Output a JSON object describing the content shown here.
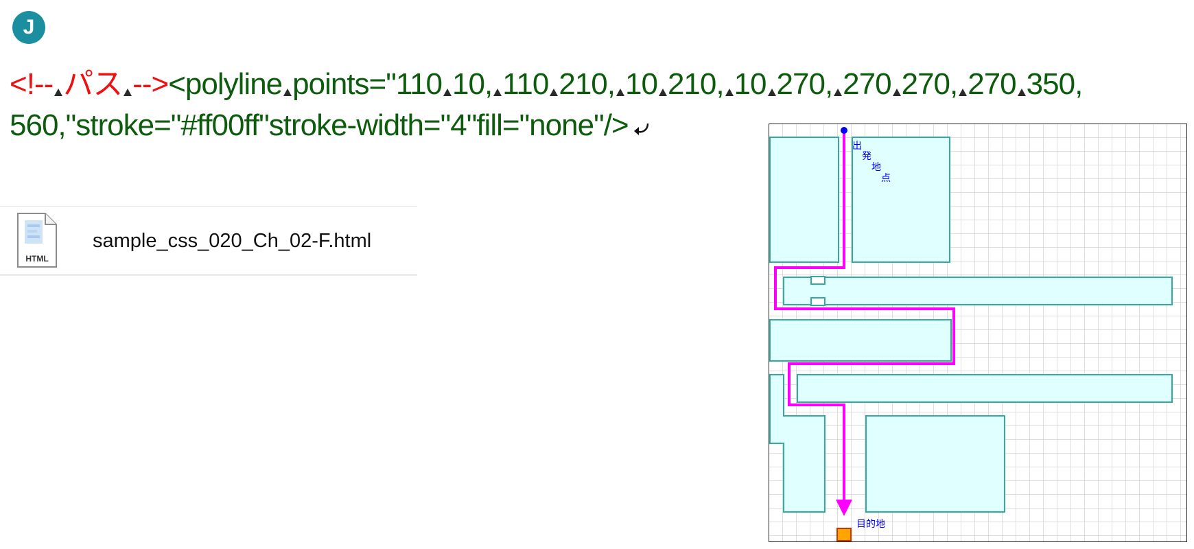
{
  "badge": {
    "letter": "J",
    "color": "#1b8fa0"
  },
  "code": {
    "comment_open": "<!--",
    "comment_text": "パス",
    "comment_close": "-->",
    "tag_open": "<polyline",
    "points_attr": "points=\"110",
    "pts_1": "10,",
    "pts_2": "110",
    "pts_3": "210,",
    "pts_4": "10",
    "pts_5": "210,",
    "pts_6": "10",
    "pts_7": "270,",
    "pts_8": "270",
    "pts_9": "270,",
    "pts_10": "270",
    "pts_11": "350,",
    "line2": "560,\"stroke=\"#ff00ff\"stroke-width=\"4\"fill=\"none\"/>",
    "colors": {
      "comment": "#ee1111",
      "code": "#0d5c0d"
    }
  },
  "file": {
    "name": "sample_css_020_Ch_02-F.html",
    "icon": "html-file-icon",
    "icon_label": "HTML"
  },
  "map": {
    "start_label": [
      "出",
      "発",
      "地",
      "点"
    ],
    "goal_label": "目的地",
    "path_color": "#ff00ff",
    "room_fill": "#e0ffff",
    "room_stroke": "#33aaa0",
    "goal_fill": "#ffa500",
    "start_color": "#0000ff"
  }
}
